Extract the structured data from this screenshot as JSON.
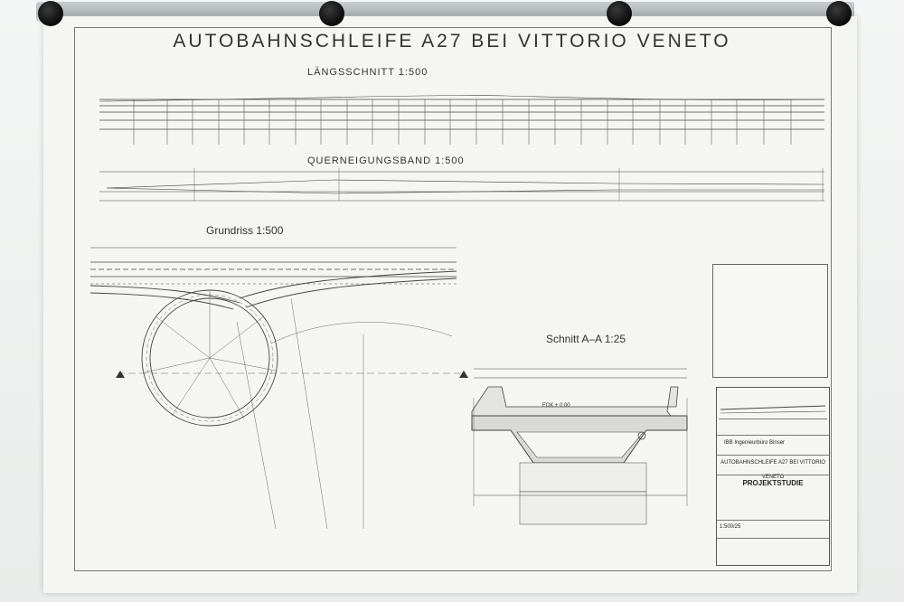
{
  "drawing": {
    "main_title": "AUTOBAHNSCHLEIFE A27 BEI VITTORIO VENETO",
    "sections": {
      "longitudinal": "LÄNGSSCHNITT 1:500",
      "superelevation": "QUERNEIGUNGSBAND 1:500",
      "plan": "Grundriss 1:500",
      "cross_section": "Schnitt A–A 1:25"
    },
    "title_block": {
      "office": "IBB Ingenieurbüro Binser",
      "project": "AUTOBAHNSCHLEIFE A27 BEI VITTORIO VENETO",
      "phase": "PROJEKTSTUDIE",
      "scale": "1:500/25",
      "fok_label": "FOK ± 0.00"
    }
  },
  "colors": {
    "ink": "#333333",
    "paper": "#f5f6f4",
    "magnet": "#111111"
  },
  "icons": [
    "magnet-icon"
  ]
}
